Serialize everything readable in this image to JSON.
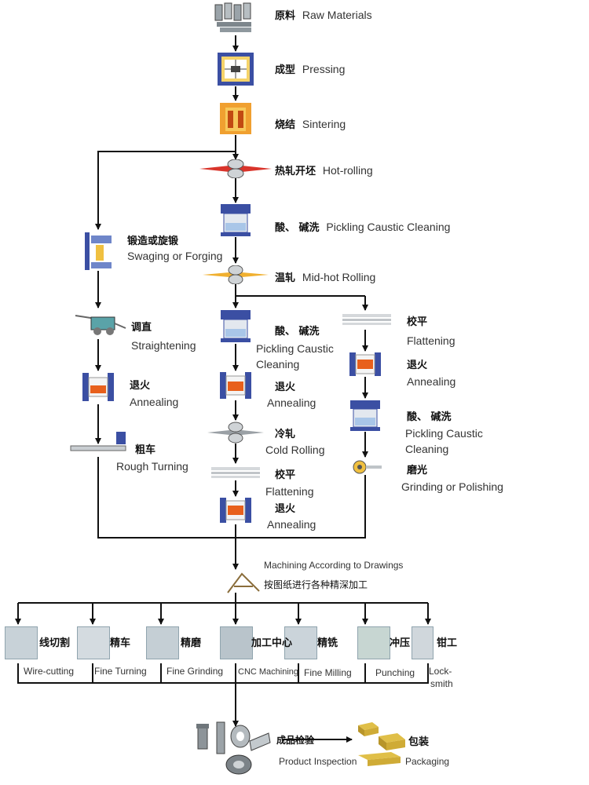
{
  "main_flow": {
    "raw_materials": {
      "zh": "原料",
      "en": "Raw Materials"
    },
    "pressing": {
      "zh": "成型",
      "en": "Pressing"
    },
    "sintering": {
      "zh": "烧结",
      "en": "Sintering"
    },
    "hot_rolling": {
      "zh": "热轧开坯",
      "en": "Hot-rolling"
    },
    "pickling1": {
      "zh": "酸、 碱洗",
      "en": "Pickling Caustic Cleaning"
    },
    "mid_hot": {
      "zh": "温轧",
      "en": "Mid-hot Rolling"
    }
  },
  "left_branch": {
    "swaging": {
      "zh": "锻造或旋锻",
      "en": "Swaging or Forging"
    },
    "straightening": {
      "zh": "调直",
      "en": "Straightening"
    },
    "annealing": {
      "zh": "退火",
      "en": "Annealing"
    },
    "rough_turning": {
      "zh": "粗车",
      "en": "Rough Turning"
    }
  },
  "center_branch": {
    "pickling": {
      "zh": "酸、 碱洗",
      "en1": "Pickling Caustic",
      "en2": "Cleaning"
    },
    "annealing1": {
      "zh": "退火",
      "en": "Annealing"
    },
    "cold_rolling": {
      "zh": "冷轧",
      "en": "Cold Rolling"
    },
    "flattening": {
      "zh": "校平",
      "en": "Flattening"
    },
    "annealing2": {
      "zh": "退火",
      "en": "Annealing"
    }
  },
  "right_branch": {
    "flattening": {
      "zh": "校平",
      "en": "Flattening"
    },
    "annealing": {
      "zh": "退火",
      "en": "Annealing"
    },
    "pickling": {
      "zh": "酸、 碱洗",
      "en1": "Pickling Caustic",
      "en2": "Cleaning"
    },
    "grinding": {
      "zh": "磨光",
      "en": "Grinding or Polishing"
    }
  },
  "machining": {
    "en": "Machining According to Drawings",
    "zh": "按图纸进行各种精深加工"
  },
  "processes": [
    {
      "zh": "线切割",
      "en": "Wire-cutting"
    },
    {
      "zh": "精车",
      "en": "Fine Turning"
    },
    {
      "zh": "精磨",
      "en": "Fine Grinding"
    },
    {
      "zh": "加工中心",
      "en": "CNC Machining"
    },
    {
      "zh": "精铣",
      "en": "Fine Milling"
    },
    {
      "zh": "冲压",
      "en": "Punching"
    },
    {
      "zh": "钳工",
      "en1": "Lock-",
      "en2": "smith"
    }
  ],
  "inspection": {
    "zh": "成品检验",
    "en": "Product Inspection"
  },
  "packaging": {
    "zh": "包装",
    "en": "Packaging"
  },
  "colors": {
    "line": "#111111",
    "furnace": "#f0a030",
    "annealing": "#e8601c",
    "press": "#3b4fa3",
    "hot_roll": "#d9342b",
    "mid_roll": "#f0b030",
    "box": "#d8b030"
  }
}
